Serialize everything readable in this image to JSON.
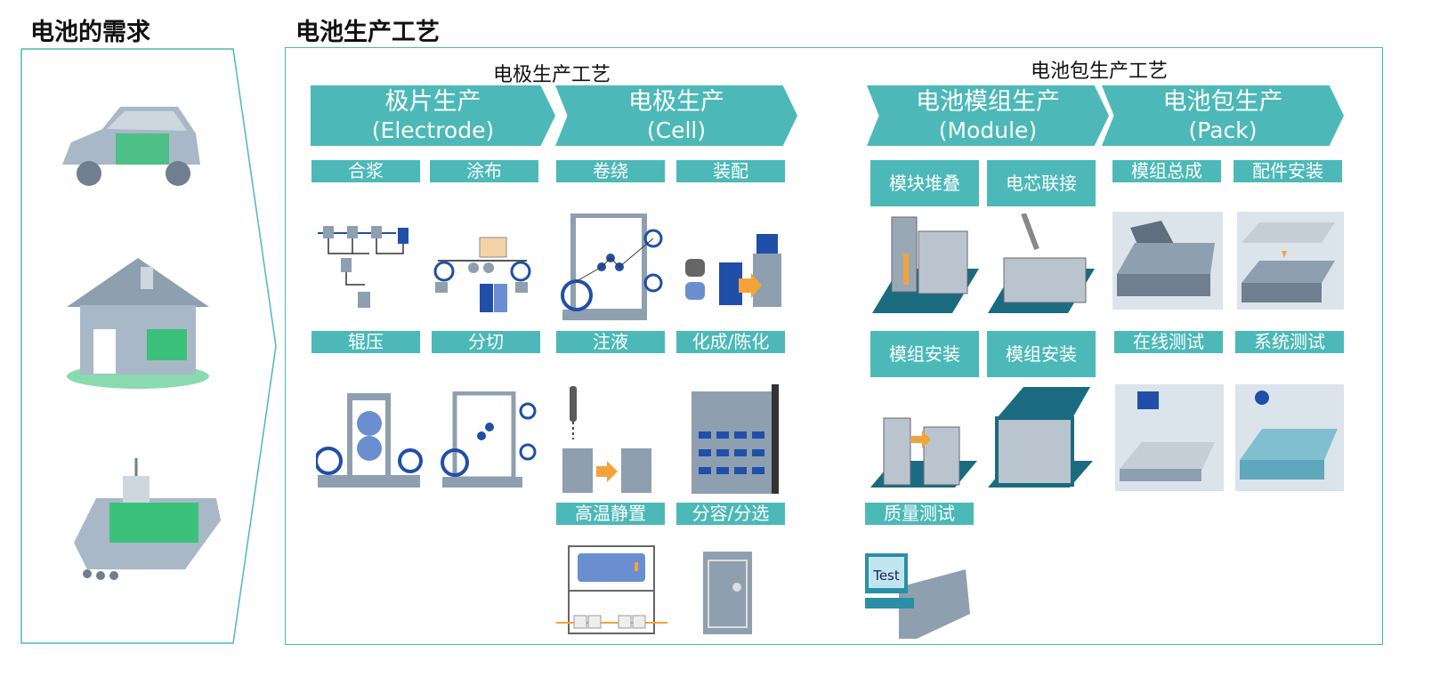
{
  "sections": {
    "demand_title": "电池的需求",
    "process_title": "电池生产工艺"
  },
  "groups": {
    "electrode": "电极生产工艺",
    "pack": "电池包生产工艺"
  },
  "chevrons": [
    {
      "title": "极片生产",
      "sub": "(Electrode)"
    },
    {
      "title": "电极生产",
      "sub": "(Cell)"
    },
    {
      "title": "电池模组生产",
      "sub": "(Module)"
    },
    {
      "title": "电池包生产",
      "sub": "(Pack)"
    }
  ],
  "steps": {
    "mixing": "合浆",
    "coating": "涂布",
    "winding": "卷绕",
    "assembly": "装配",
    "rolling": "辊压",
    "slitting": "分切",
    "filling": "注液",
    "formation": "化成/陈化",
    "aging": "高温静置",
    "grading": "分容/分选",
    "stacking": "模块堆叠",
    "cell_connection": "电芯联接",
    "module_install_1": "模组安装",
    "module_install_2": "模组安装",
    "quality_test": "质量测试",
    "module_assembly": "模组总成",
    "parts_install": "配件安装",
    "online_test": "在线测试",
    "system_test": "系统测试"
  },
  "figure_text": {
    "test_screen": "Test"
  },
  "colors": {
    "teal": "#4cb9b8",
    "green": "#3cc17a",
    "steel": "#8e9fb0",
    "blue": "#1f4fa8",
    "orange": "#f4a33a"
  }
}
